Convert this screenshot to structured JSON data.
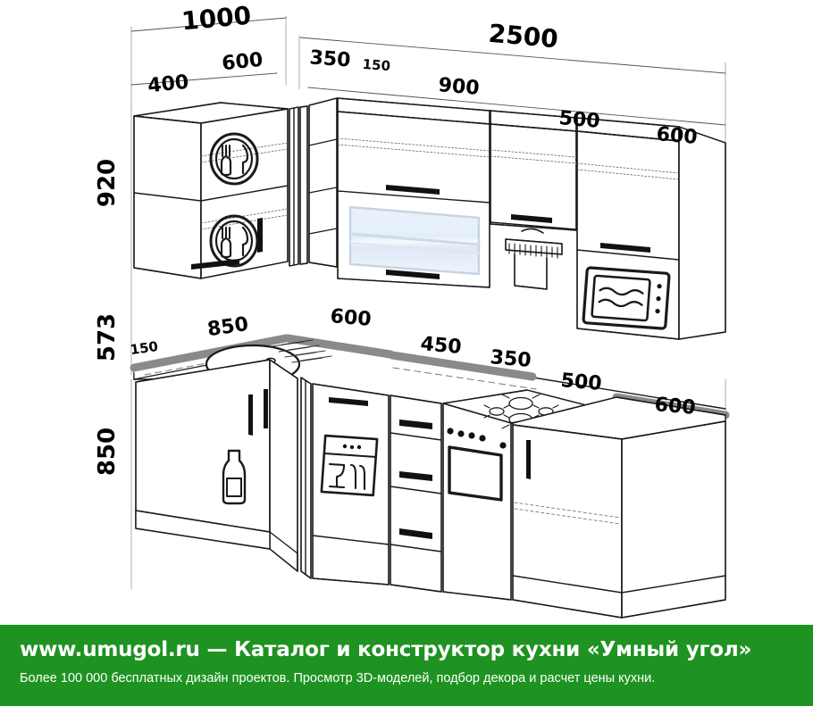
{
  "drawing": {
    "type": "kitchen-elevation-3d",
    "title": "L-shaped kitchen layout technical drawing",
    "units": "mm",
    "dimensions": {
      "top_row": [
        {
          "label": "1000",
          "part": "left-wall-run-total"
        },
        {
          "label": "2500",
          "part": "right-wall-run-total"
        }
      ],
      "upper_second_row": [
        {
          "label": "400",
          "part": "upper-cabinet-left-1"
        },
        {
          "label": "600",
          "part": "upper-cabinet-left-2"
        },
        {
          "label": "350",
          "part": "upper-corner-shelf"
        },
        {
          "label": "150",
          "part": "upper-corner-filler"
        },
        {
          "label": "900",
          "part": "upper-cabinet-glass"
        },
        {
          "label": "500",
          "part": "upper-cabinet-hood"
        },
        {
          "label": "600",
          "part": "upper-cabinet-microwave"
        }
      ],
      "vertical_left": [
        {
          "label": "920",
          "part": "upper-cabinet-height"
        },
        {
          "label": "573",
          "part": "gap-between-upper-and-counter"
        },
        {
          "label": "150",
          "part": "counter-overhang-offset"
        },
        {
          "label": "850",
          "part": "base-cabinet-height"
        }
      ],
      "counter_row": [
        {
          "label": "150",
          "part": "counter-left-filler"
        },
        {
          "label": "850",
          "part": "counter-sink-run"
        },
        {
          "label": "600",
          "part": "counter-dishwasher"
        },
        {
          "label": "450",
          "part": "counter-drawers"
        },
        {
          "label": "350",
          "part": "counter-before-cooker"
        },
        {
          "label": "500",
          "part": "counter-cooker"
        },
        {
          "label": "600",
          "part": "counter-right-base"
        }
      ]
    },
    "modules": {
      "upper": [
        {
          "name": "dish-rack-cabinet-upper",
          "width": "400",
          "icon": "plate-fork-knife-icon"
        },
        {
          "name": "dish-rack-cabinet-lower",
          "width": "400",
          "icon": "plate-fork-knife-icon"
        },
        {
          "name": "corner-open-shelf-unit",
          "width": "350",
          "icon": "open-shelf-icon"
        },
        {
          "name": "corner-filler-panel",
          "width": "150",
          "icon": "filler-panel-icon"
        },
        {
          "name": "glass-door-wall-cabinet",
          "width": "900",
          "icon": "glass-door-icon"
        },
        {
          "name": "cooker-hood-cabinet",
          "width": "500",
          "icon": "cooker-hood-icon"
        },
        {
          "name": "microwave-wall-cabinet",
          "width": "600",
          "icon": "microwave-icon"
        }
      ],
      "base": [
        {
          "name": "sink-base-cabinet",
          "width": "850",
          "icon": "bottle-icon"
        },
        {
          "name": "dishwasher-unit",
          "width": "600",
          "icon": "dishwasher-glass-plate-icon"
        },
        {
          "name": "drawer-base-cabinet",
          "width": "450",
          "icon": "drawer-stack-icon"
        },
        {
          "name": "free-standing-cooker",
          "width": "500",
          "icon": "gas-hob-oven-icon"
        },
        {
          "name": "base-cabinet-right",
          "width": "600",
          "icon": "cabinet-door-icon"
        }
      ]
    },
    "colors": {
      "line": "#1a1a1a",
      "counter_edge": "#8a8a8a",
      "glass_fill": "#e8f0fa",
      "glass_stroke": "#c7d4e2",
      "handle": "#111111",
      "banner_green": "#1e9321"
    }
  },
  "footer": {
    "title": "www.umugol.ru  —  Каталог и конструктор кухни «Умный угол»",
    "site": "www.umugol.ru",
    "subtitle": "Более 100 000 бесплатных дизайн проектов. Просмотр 3D-моделей, подбор декора и расчет цены кухни."
  }
}
